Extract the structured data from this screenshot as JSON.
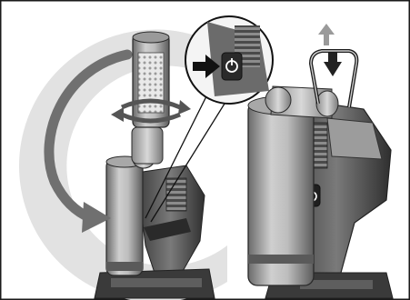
{
  "figure": {
    "kind": "product-instruction-illustration",
    "style": "grayscale",
    "colors": {
      "frame": "#1a1a1a",
      "background": "#ffffff",
      "motion_arrow": "#707070",
      "up_arrow": "#9a9a9a",
      "down_arrow": "#222222",
      "swing_arc": "#e2e2e2"
    },
    "panels": [
      {
        "id": "left-panel",
        "content": [
          "lamp-head-rotated",
          "rotation-arrows",
          "swing-arrow",
          "power-button-callout"
        ]
      },
      {
        "id": "right-panel",
        "content": [
          "lamp-upright",
          "hanging-hook",
          "hook-up-arrow",
          "hook-down-arrow",
          "power-button"
        ]
      }
    ],
    "callout": {
      "shows": "power-button-press",
      "icon": "power-icon"
    }
  }
}
